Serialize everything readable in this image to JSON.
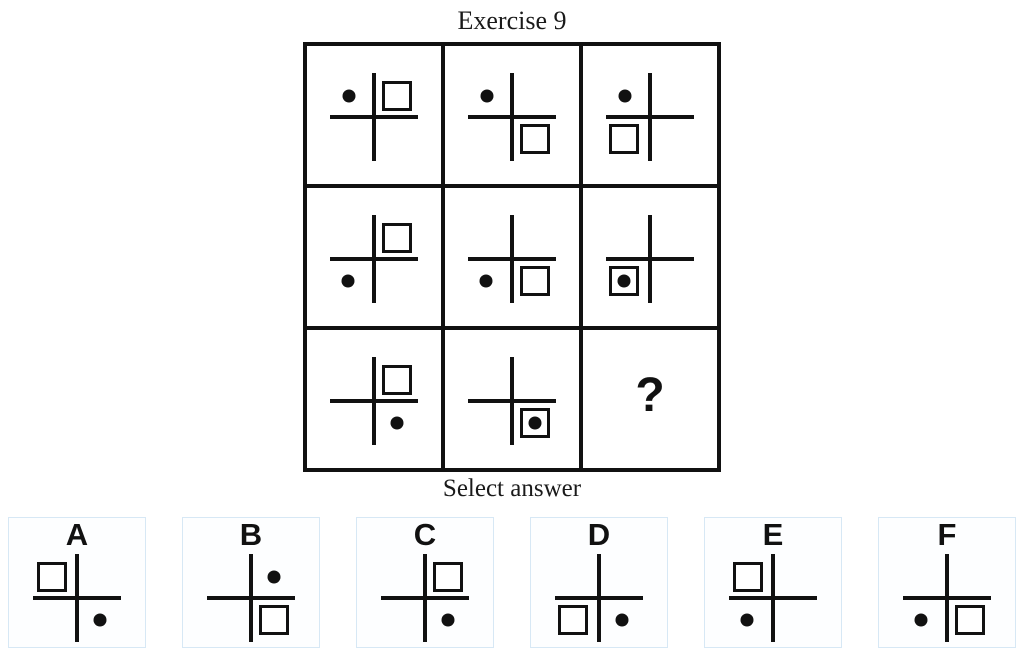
{
  "title": "Exercise 9",
  "select_label": "Select answer",
  "question_mark": "?",
  "colors": {
    "line": "#111111",
    "card_border": "#d7e8f5"
  },
  "grid": {
    "rows": 3,
    "cols": 3,
    "cells": [
      {
        "dot": "top-left",
        "square": "top-right"
      },
      {
        "dot": "top-left",
        "square": "bottom-right"
      },
      {
        "dot": "top-left",
        "square": "bottom-left"
      },
      {
        "dot": "bottom-left",
        "square": "top-right"
      },
      {
        "dot": "bottom-left",
        "square": "bottom-right"
      },
      {
        "dot": "inside-square",
        "square": "bottom-left"
      },
      {
        "dot": "bottom-right",
        "square": "top-right"
      },
      {
        "dot": "inside-square",
        "square": "bottom-right"
      },
      {
        "question": "?"
      }
    ]
  },
  "options": [
    {
      "label": "A",
      "square": "top-left",
      "dot": "bottom-right"
    },
    {
      "label": "B",
      "square": "bottom-right",
      "dot": "top-right"
    },
    {
      "label": "C",
      "square": "top-right",
      "dot": "bottom-right"
    },
    {
      "label": "D",
      "square": "bottom-left",
      "dot": "bottom-right"
    },
    {
      "label": "E",
      "square": "top-left",
      "dot": "bottom-left"
    },
    {
      "label": "F",
      "square": "bottom-right",
      "dot": "bottom-left"
    }
  ]
}
